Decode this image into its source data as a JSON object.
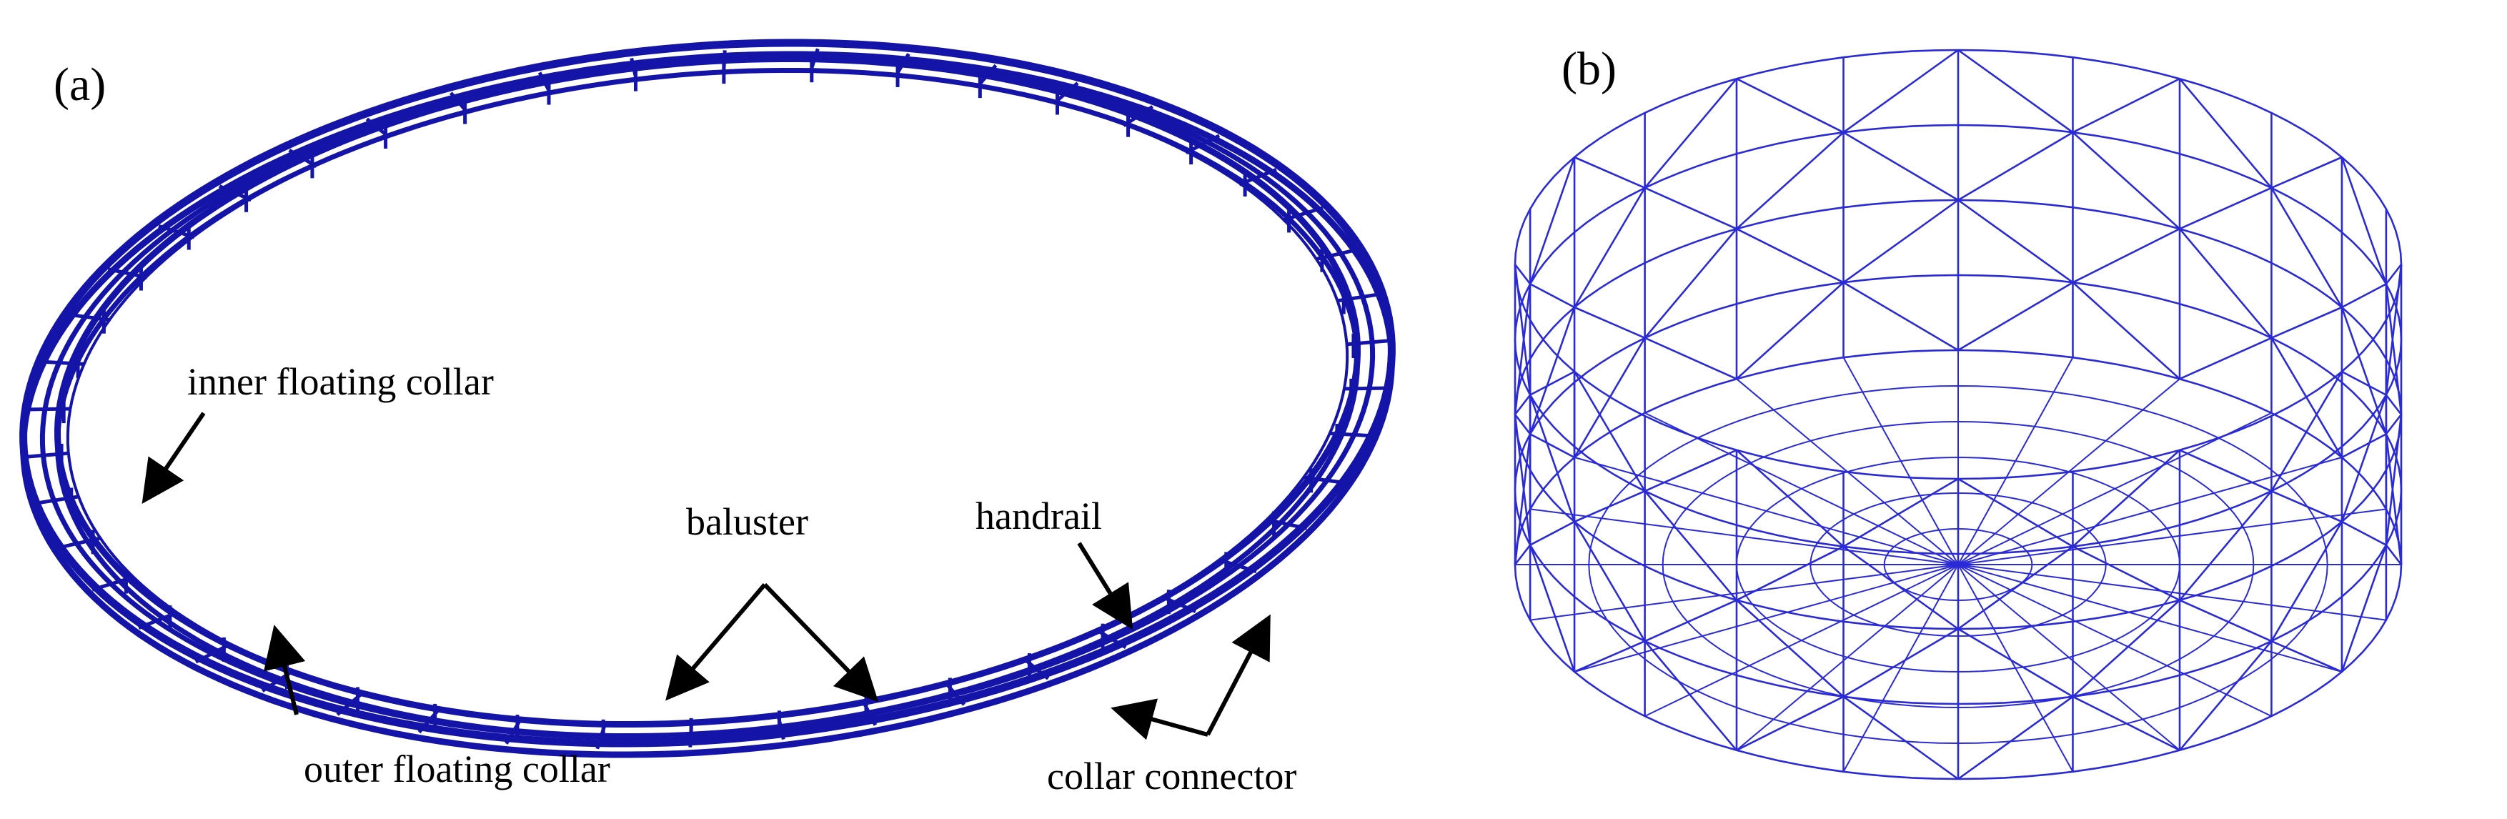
{
  "panels": [
    {
      "label": "(a)",
      "annotations": {
        "inner_collar": "inner floating collar",
        "baluster": "baluster",
        "handrail": "handrail",
        "outer_collar": "outer floating collar",
        "collar_connector": "collar connector"
      }
    },
    {
      "label": "(b)"
    }
  ],
  "colors": {
    "structure": "#1414a8",
    "mesh": "#2a2ad6",
    "text": "#000000"
  }
}
